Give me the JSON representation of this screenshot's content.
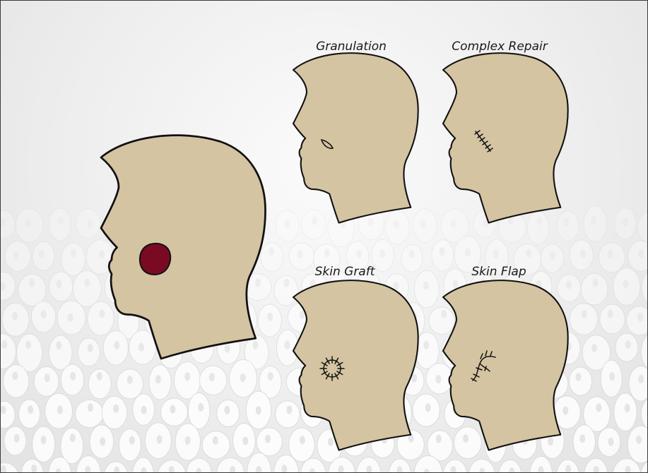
{
  "panels": [
    {
      "id": "granulation",
      "label": "Granulation"
    },
    {
      "id": "complex-repair",
      "label": "Complex Repair"
    },
    {
      "id": "skin-graft",
      "label": "Skin Graft"
    },
    {
      "id": "skin-flap",
      "label": "Skin Flap"
    }
  ],
  "colors": {
    "skin": "#d4c4a2",
    "outline": "#111111",
    "wound": "#7a0a22",
    "background": "#eeeeee"
  }
}
